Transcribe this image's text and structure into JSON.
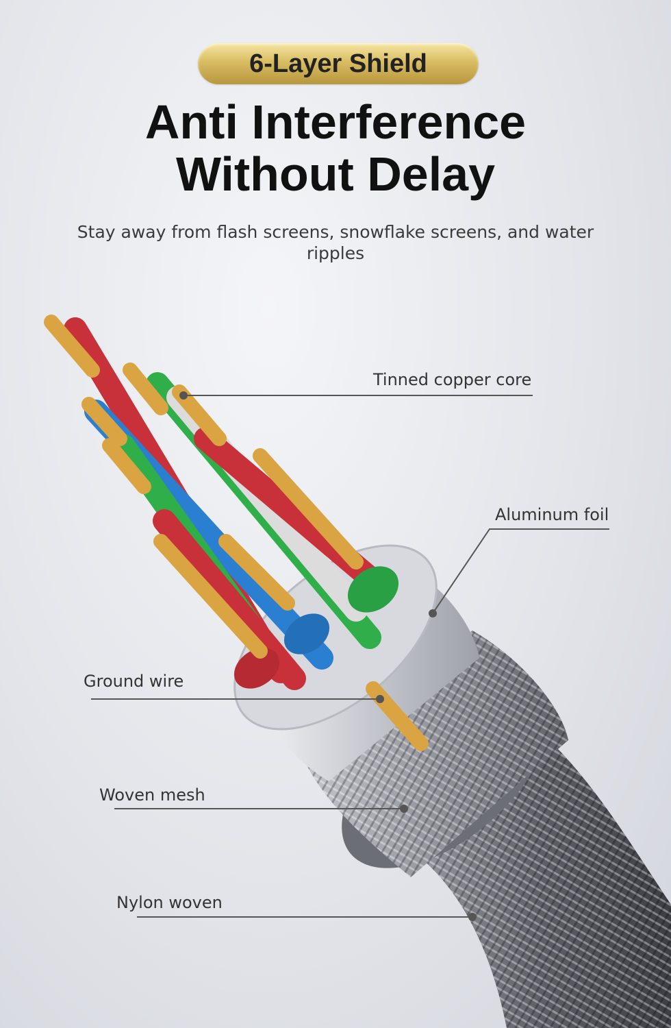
{
  "header": {
    "badge": "6-Layer Shield",
    "title_line1": "Anti Interference",
    "title_line2": "Without Delay",
    "subtitle": "Stay away from flash screens, snowflake screens, and water ripples"
  },
  "callouts": {
    "tinned_copper_core": "Tinned copper core",
    "aluminum_foil": "Aluminum foil",
    "ground_wire": "Ground wire",
    "woven_mesh": "Woven mesh",
    "nylon_woven": "Nylon woven"
  },
  "colors": {
    "badge_gold": "#d9bd62",
    "wire_red": "#c8313a",
    "wire_green": "#2fae4a",
    "wire_blue": "#2b7fd0",
    "wire_white": "#dcdcdc",
    "copper": "#d9a441",
    "foil": "#c9ccd2",
    "braid": "#6e7178"
  }
}
